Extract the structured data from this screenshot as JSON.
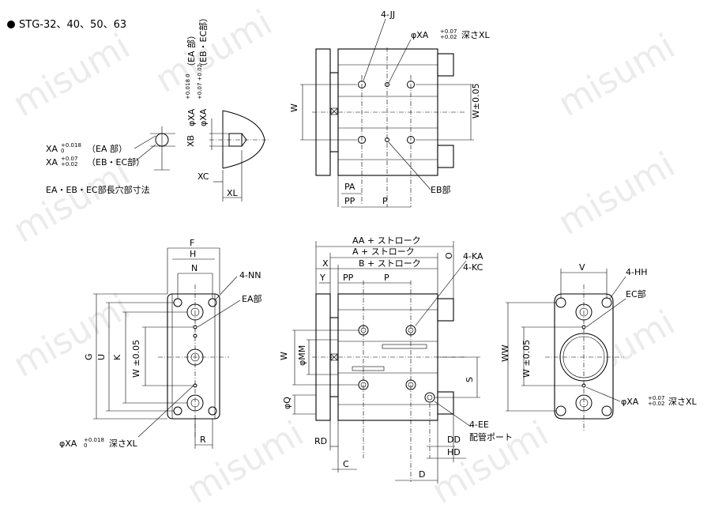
{
  "title": "STG-32、40、50、63",
  "watermark": "misumi",
  "detail": {
    "xa_ea": "XA",
    "xa_ea_tol_upper": "+0.018",
    "xa_ea_tol_lower": "0",
    "xa_ea_part": "（EA 部）",
    "xa_ebec": "XA",
    "xa_ebec_tol_upper": "+0.07",
    "xa_ebec_tol_lower": "+0.02",
    "xa_ebec_part": "（EB・EC部）",
    "xb": "XB",
    "xc": "XC",
    "xl": "XL",
    "vert_label_1": "φXA",
    "vert_label_1_tol": "+0.018 0",
    "vert_label_1_part": "（EA 部）",
    "vert_label_2": "φXA",
    "vert_label_2_tol": "+0.07 +0.02",
    "vert_label_2_part": "（EB・EC部）",
    "caption": "EA・EB・EC部長穴部寸法"
  },
  "top_view": {
    "jj": "4-JJ",
    "phi_xa": "φXA",
    "phi_xa_tol_upper": "+0.07",
    "phi_xa_tol_lower": "+0.02",
    "depth": "深さXL",
    "w": "W",
    "w_tol": "W±0.05",
    "pa": "PA",
    "pp": "PP",
    "p": "P",
    "eb": "EB部"
  },
  "left_view": {
    "f": "F",
    "h": "H",
    "n": "N",
    "nn": "4-NN",
    "ea": "EA部",
    "g": "G",
    "u": "U",
    "k": "K",
    "w_tol": "W ±0.05",
    "r": "R",
    "phi_xa": "φXA",
    "phi_xa_tol_upper": "+0.018",
    "phi_xa_tol_lower": "0",
    "depth": "深さXL"
  },
  "front_view": {
    "aa": "AA + ストローク",
    "a": "A + ストローク",
    "b": "B + ストローク",
    "o": "O",
    "x": "X",
    "y": "Y",
    "pp": "PP",
    "p": "P",
    "ka": "4-KA",
    "kc": "4-KC",
    "w": "W",
    "phi_mm": "φMM",
    "s": "S",
    "phi_q": "φQ",
    "ee": "4-EE",
    "port": "配管ポート",
    "rd": "RD",
    "dd": "DD",
    "hd": "HD",
    "c": "C",
    "d": "D"
  },
  "right_view": {
    "v": "V",
    "hh": "4-HH",
    "ec": "EC部",
    "ww": "WW",
    "w_tol": "W ±0.05",
    "phi_xa": "φXA",
    "phi_xa_tol_upper": "+0.07",
    "phi_xa_tol_lower": "+0.02",
    "depth": "深さXL"
  }
}
